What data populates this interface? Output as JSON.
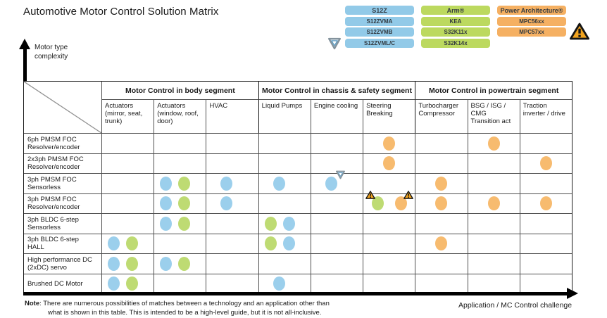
{
  "title": "Automotive Motor Control Solution Matrix",
  "axes": {
    "y_label_line1": "Motor type",
    "y_label_line2": "complexity",
    "x_label": "Application / MC Control challenge"
  },
  "legend": {
    "groups": [
      {
        "id": "s12z",
        "chip_color": "#92CAE8",
        "items": [
          {
            "label": "S12Z",
            "primary": true
          },
          {
            "label": "S12ZVMA"
          },
          {
            "label": "S12ZVMB"
          },
          {
            "label": "S12ZVML/C",
            "icon": "safety-shield-icon"
          }
        ]
      },
      {
        "id": "arm",
        "chip_color": "#BCD95F",
        "items": [
          {
            "label": "Arm®",
            "primary": true
          },
          {
            "label": "KEA"
          },
          {
            "label": "S32K11x"
          },
          {
            "label": "S32K14x"
          }
        ]
      },
      {
        "id": "power-architecture",
        "chip_color": "#F5B062",
        "items": [
          {
            "label": "Power Architecture®",
            "primary": true
          },
          {
            "label": "MPC56xx"
          },
          {
            "label": "MPC57xx",
            "icon": "warning-triangle-icon"
          }
        ]
      }
    ]
  },
  "matrix": {
    "column_groups": [
      {
        "label": "Motor Control in body segment",
        "span": 3
      },
      {
        "label": "Motor Control in chassis & safety segment",
        "span": 3
      },
      {
        "label": "Motor Control in powertrain segment",
        "span": 3
      }
    ],
    "columns": [
      "Actuators\n(mirror, seat,\ntrunk)",
      "Actuators\n(window, roof,\ndoor)",
      "HVAC",
      "Liquid Pumps",
      "Engine cooling",
      "Steering\nBreaking",
      "Turbocharger\nCompressor",
      "BSG / ISG /\nCMG\nTransition act",
      "Traction\ninverter / drive"
    ],
    "rows": [
      {
        "label": "6ph PMSM FOC\nResolver/encoder",
        "cells": [
          [],
          [],
          [],
          [],
          [],
          [
            "o"
          ],
          [],
          [
            "o"
          ],
          []
        ]
      },
      {
        "label": "2x3ph PMSM FOC\nResolver/encoder",
        "cells": [
          [],
          [],
          [],
          [],
          [],
          [
            "o"
          ],
          [],
          [],
          [
            "o"
          ]
        ]
      },
      {
        "label": "3ph PMSM FOC\nSensorless",
        "cells": [
          [],
          [
            "b",
            "g"
          ],
          [
            "b"
          ],
          [
            "b"
          ],
          [
            "b+shield"
          ],
          [],
          [
            "o"
          ],
          [],
          []
        ]
      },
      {
        "label": "3ph PMSM FOC\nResolver/encoder",
        "cells": [
          [],
          [
            "b",
            "g"
          ],
          [
            "b"
          ],
          [],
          [],
          [
            "g+warnL",
            "o+warnR"
          ],
          [
            "o"
          ],
          [
            "o"
          ],
          [
            "o"
          ]
        ]
      },
      {
        "label": "3ph BLDC 6-step\nSensorless",
        "cells": [
          [],
          [
            "b",
            "g"
          ],
          [],
          [
            "g",
            "b"
          ],
          [],
          [],
          [],
          [],
          []
        ]
      },
      {
        "label": "3ph BLDC 6-step\nHALL",
        "cells": [
          [
            "b",
            "g"
          ],
          [],
          [],
          [
            "g",
            "b"
          ],
          [],
          [],
          [
            "o"
          ],
          [],
          []
        ]
      },
      {
        "label": "High performance DC\n(2xDC) servo",
        "cells": [
          [
            "b",
            "g"
          ],
          [
            "b",
            "g"
          ],
          [],
          [],
          [],
          [],
          [],
          [],
          []
        ]
      },
      {
        "label": "Brushed DC Motor",
        "cells": [
          [
            "b",
            "g"
          ],
          [],
          [],
          [
            "b"
          ],
          [],
          [],
          [],
          [],
          []
        ]
      }
    ]
  },
  "dots": {
    "blue": "#9BCFEC",
    "green": "#BEDB73",
    "orange": "#F7BB6F"
  },
  "icon_colors": {
    "warning_fill": "#F2A41F",
    "warning_stroke": "#141414",
    "shield_outer": "#84939D",
    "shield_inner_stroke": "#5E9DC4"
  },
  "note": {
    "prefix": "Note",
    "line1": ": There are numerous possibilities of matches between a technology and an application other than",
    "line2": "what is shown in this table. This is intended to be a high-level guide, but it is not all-inclusive."
  }
}
